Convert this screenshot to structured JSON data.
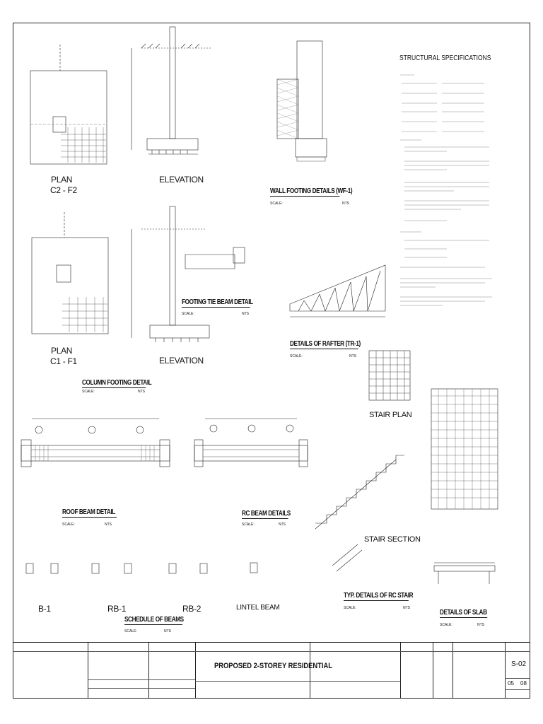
{
  "drawings": {
    "plan_c2": {
      "title": "PLAN",
      "sub": "C2 - F2"
    },
    "elev1": {
      "title": "ELEVATION"
    },
    "plan_c1": {
      "title": "PLAN",
      "sub": "C1 - F1"
    },
    "elev2": {
      "title": "ELEVATION"
    },
    "column_footing": {
      "title": "COLUMN FOOTING DETAIL",
      "scale": "SCALE:",
      "nts": "NTS"
    },
    "wall_footing": {
      "title": "WALL FOOTING DETAILS (WF-1)",
      "scale": "SCALE:",
      "nts": "NTS"
    },
    "tie_beam": {
      "title": "FOOTING TIE BEAM DETAIL",
      "scale": "SCALE:",
      "nts": "NTS"
    },
    "rafter": {
      "title": "DETAILS OF RAFTER (TR-1)",
      "scale": "SCALE:",
      "nts": "NTS"
    },
    "roof_beam": {
      "title": "ROOF BEAM DETAIL",
      "scale": "SCALE:",
      "nts": "NTS"
    },
    "rc_beam": {
      "title": "RC BEAM DETAILS",
      "scale": "SCALE:",
      "nts": "NTS"
    },
    "stair_plan": {
      "title": "STAIR PLAN"
    },
    "stair_section": {
      "title": "STAIR SECTION"
    },
    "rc_stair": {
      "title": "TYP. DETAILS OF RC STAIR",
      "scale": "SCALE:",
      "nts": "NTS"
    },
    "slab": {
      "title": "DETAILS OF SLAB",
      "scale": "SCALE:",
      "nts": "NTS"
    },
    "schedule": {
      "title": "SCHEDULE OF BEAMS",
      "scale": "SCALE:",
      "nts": "NTS"
    },
    "lintel": {
      "title": "LINTEL BEAM"
    },
    "beams": {
      "b1": "B-1",
      "rb1": "RB-1",
      "rb2": "RB-2"
    }
  },
  "specs": {
    "title": "STRUCTURAL SPECIFICATIONS"
  },
  "title_block": {
    "project": "PROPOSED 2-STOREY RESIDENTIAL",
    "sheet_no": "S-02",
    "sheet_of": "05",
    "sheet_total": "08"
  },
  "colors": {
    "line": "#222222",
    "hatch": "#666666"
  }
}
